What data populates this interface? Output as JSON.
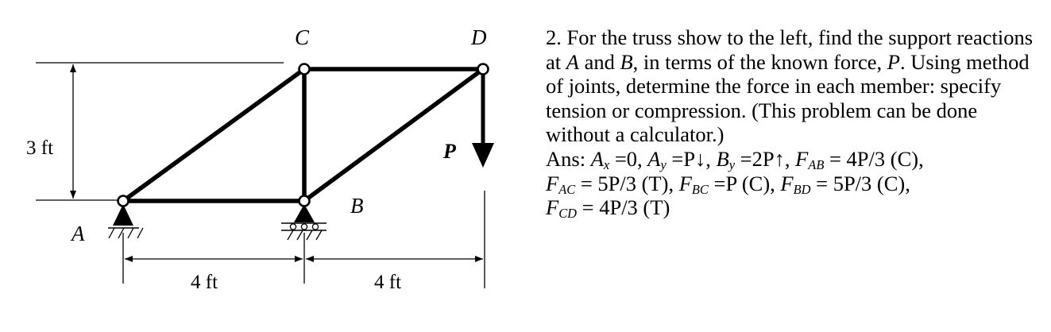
{
  "diagram": {
    "joints": {
      "A": "A",
      "B": "B",
      "C": "C",
      "D": "D"
    },
    "height_dim": "3 ft",
    "span_AB": "4 ft",
    "span_BD": "4 ft",
    "load": "P"
  },
  "problem": {
    "number": "2.",
    "t1": "For the truss show to the left, find the support reactions at ",
    "pA": "A",
    "t2": " and ",
    "pB": "B",
    "t3": ", in terms of the known force, ",
    "pP": "P",
    "t4": ".  Using method of joints, determine the force in each member: specify tension or compression. (This problem can be done without a calculator.)"
  },
  "answer": {
    "prefix": "Ans: ",
    "ax_var": "A",
    "ax_sub": "x",
    "ax_val": " =0, ",
    "ay_var": "A",
    "ay_sub": "y",
    "ay_val": " =P↓, ",
    "by_var": "B",
    "by_sub": "y",
    "by_val": " =2P↑, ",
    "fab_var": "F",
    "fab_sub": "AB",
    "fab_val": " = 4P/3 (C),",
    "fac_var": "F",
    "fac_sub": "AC",
    "fac_val": " = 5P/3 (T), ",
    "fbc_var": "F",
    "fbc_sub": "BC",
    "fbc_val": " =P (C), ",
    "fbd_var": "F",
    "fbd_sub": "BD",
    "fbd_val": " = 5P/3 (C),",
    "fcd_var": "F",
    "fcd_sub": "CD",
    "fcd_val": " = 4P/3 (T)"
  }
}
